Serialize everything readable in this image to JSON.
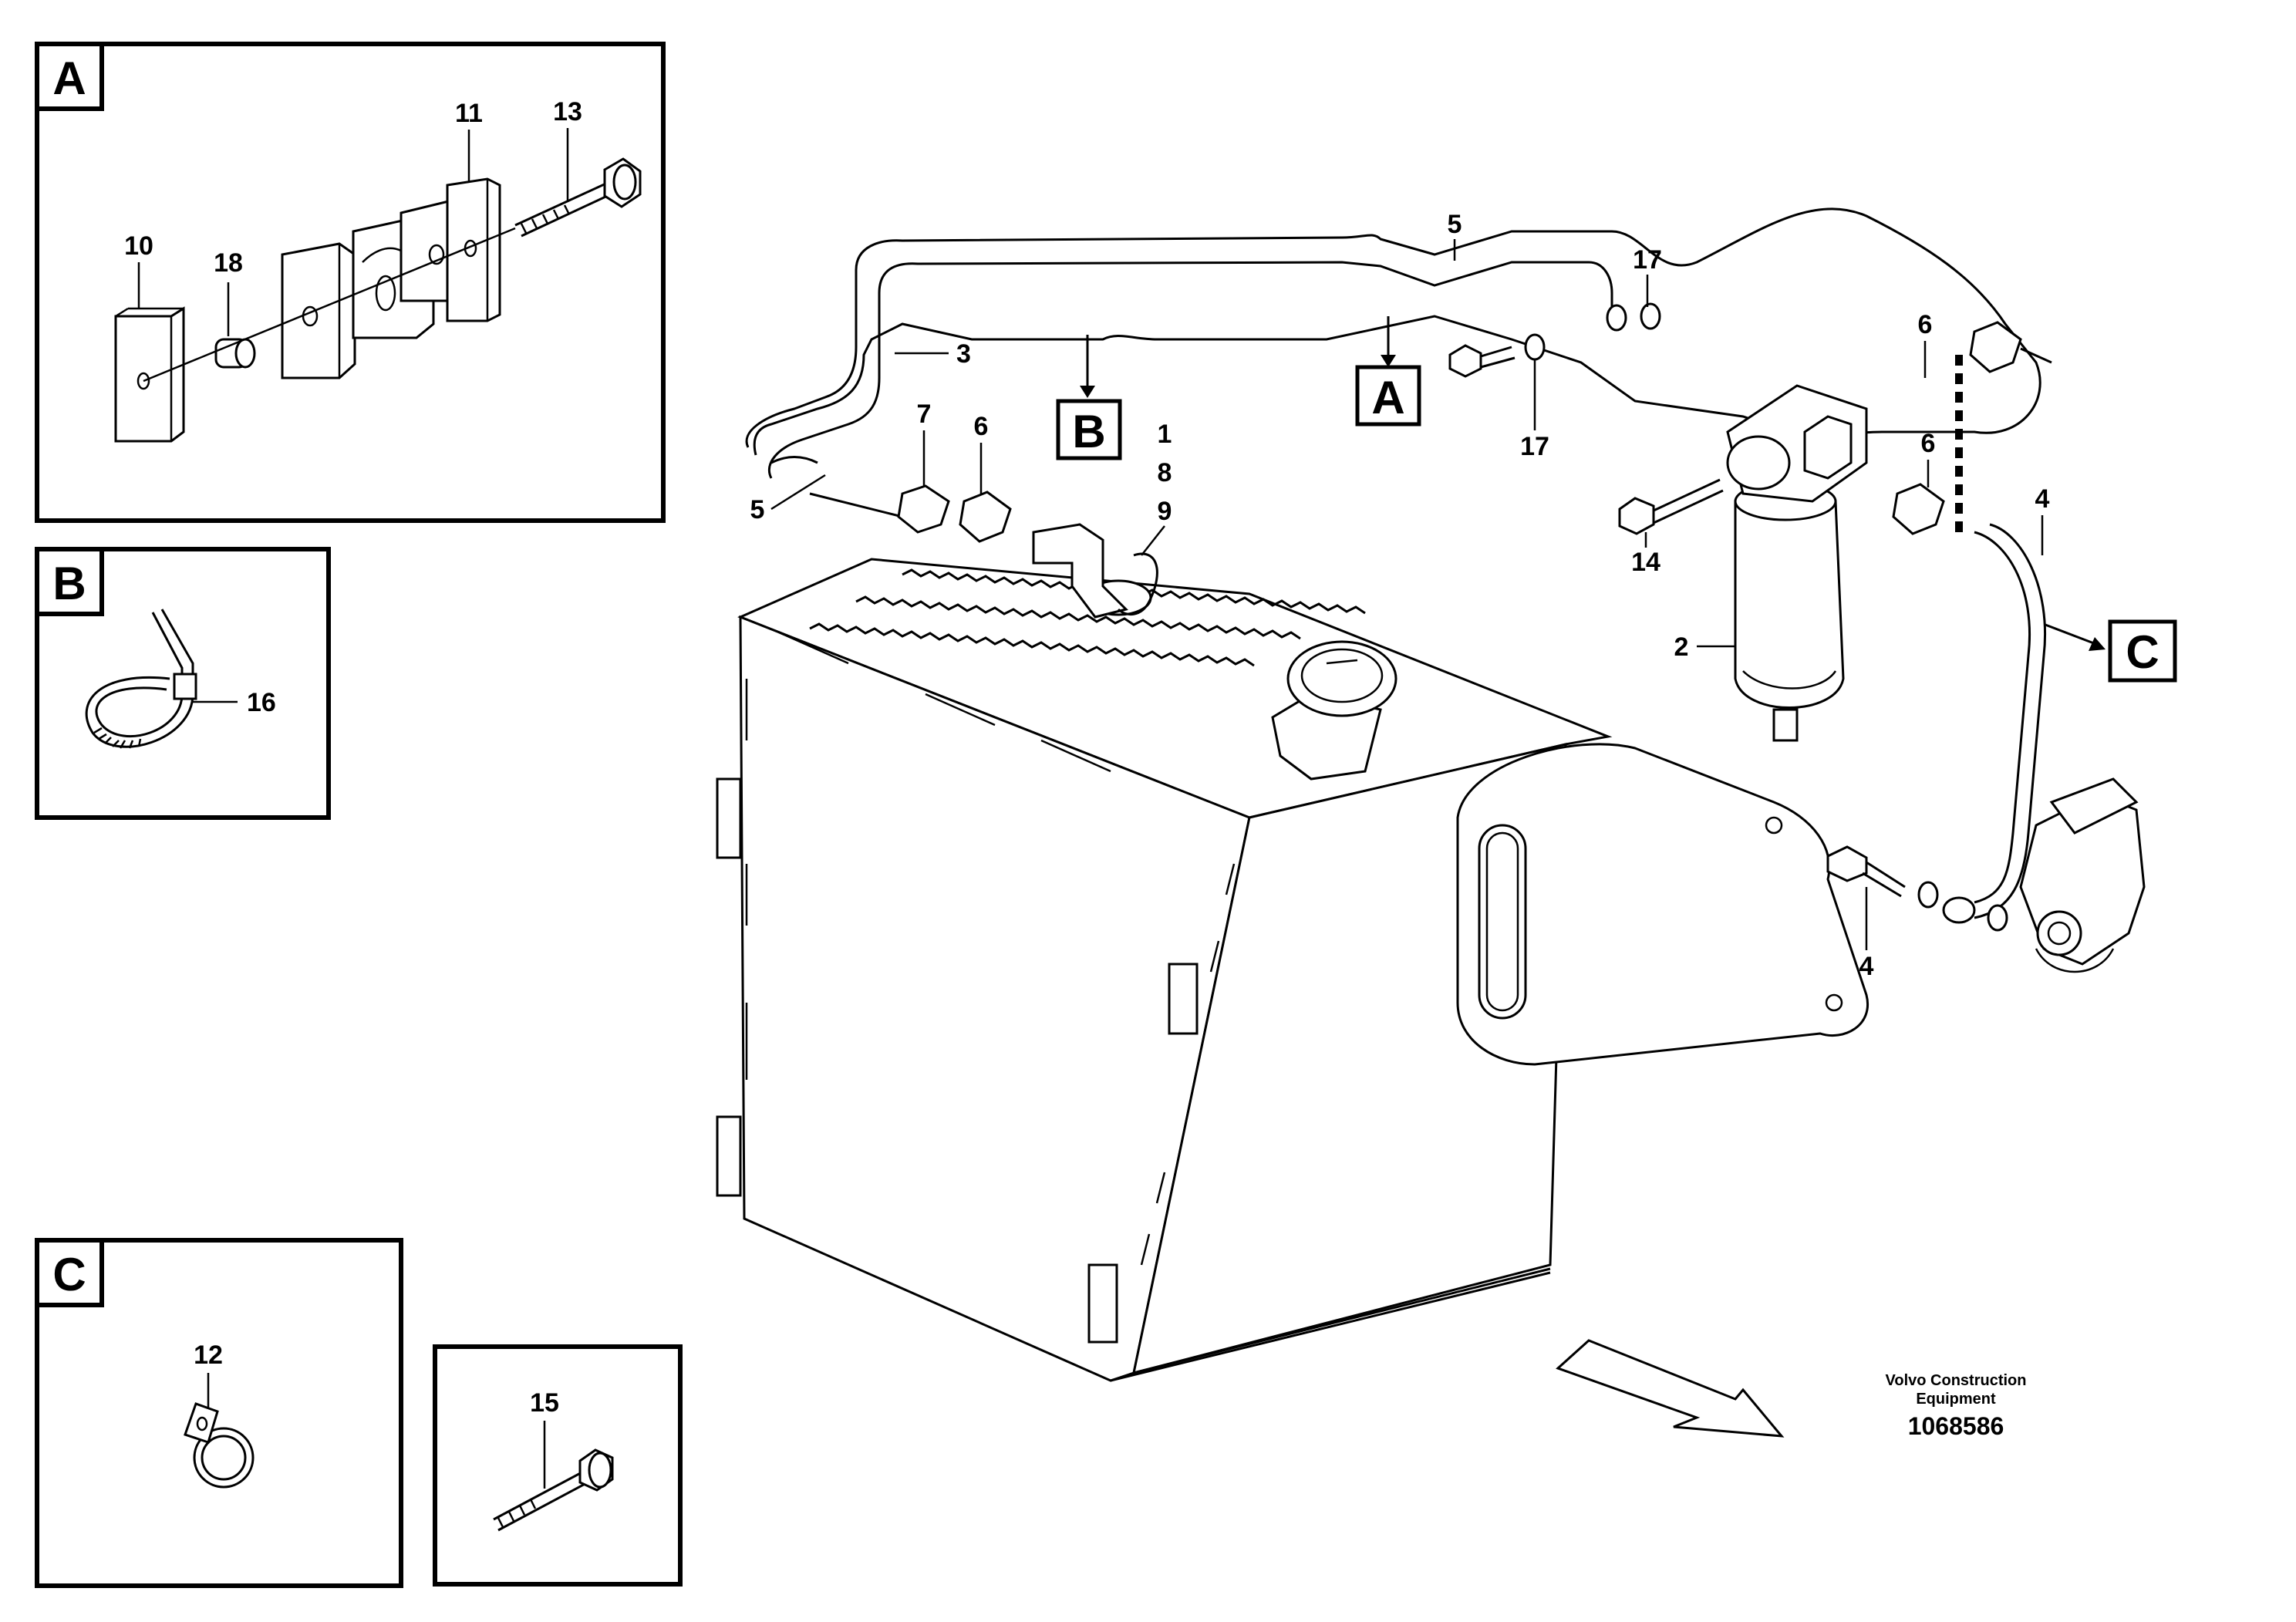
{
  "detail_panels": [
    {
      "letter": "A",
      "parts": [
        "10",
        "18",
        "11",
        "13"
      ]
    },
    {
      "letter": "B",
      "parts": [
        "16"
      ]
    },
    {
      "letter": "C",
      "parts": [
        "12"
      ]
    },
    {
      "letter": "",
      "parts": [
        "15"
      ]
    }
  ],
  "callouts": {
    "p1": "1",
    "p2": "2",
    "p3": "3",
    "p4a": "4",
    "p4b": "4",
    "p5a": "5",
    "p5b": "5",
    "p6a": "6",
    "p6b": "6",
    "p6c": "6",
    "p7": "7",
    "p8": "8",
    "p9": "9",
    "p10": "10",
    "p11": "11",
    "p12": "12",
    "p13": "13",
    "p14": "14",
    "p15": "15",
    "p16": "16",
    "p17a": "17",
    "p17b": "17",
    "p18": "18"
  },
  "view_markers": {
    "A": "A",
    "B": "B",
    "C": "C"
  },
  "footer": {
    "company_line1": "Volvo Construction",
    "company_line2": "Equipment",
    "drawing_number": "1068586"
  }
}
